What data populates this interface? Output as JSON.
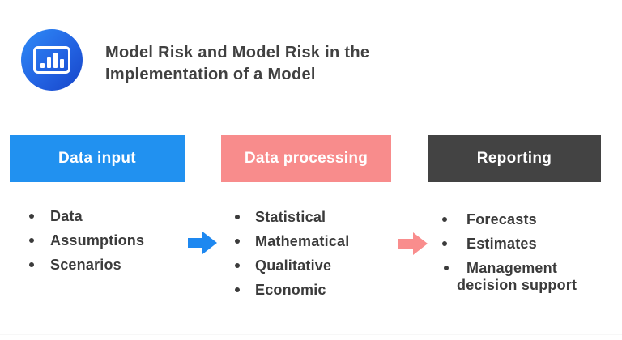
{
  "header": {
    "title": "Model Risk and Model Risk in the\nImplementation of a Model",
    "logo_icon": "bar-chart-icon"
  },
  "columns": [
    {
      "label": "Data input",
      "color": "#2191F0",
      "items": [
        "Data",
        "Assumptions",
        "Scenarios"
      ]
    },
    {
      "label": "Data processing",
      "color": "#F88C8C",
      "items": [
        "Statistical",
        "Mathematical",
        "Qualitative",
        "Economic"
      ]
    },
    {
      "label": "Reporting",
      "color": "#434343",
      "items": [
        "Forecasts",
        "Estimates",
        "Management decision support"
      ]
    }
  ],
  "arrows": [
    {
      "name": "arrow-input-to-processing",
      "color": "#1E88F0"
    },
    {
      "name": "arrow-processing-to-reporting",
      "color": "#F98D8D"
    }
  ],
  "colors": {
    "background": "#FFFFFF",
    "title_text": "#414141",
    "body_text": "#3B3B3B",
    "box_label_text": "#FFFFFF",
    "logo_gradient_start": "#2E8BF7",
    "logo_gradient_end": "#1745C8"
  }
}
